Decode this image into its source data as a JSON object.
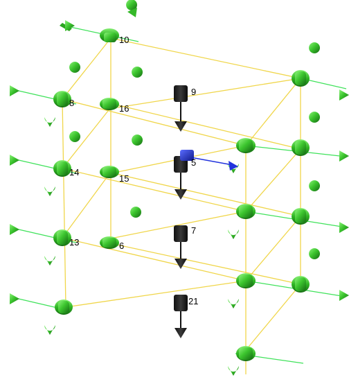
{
  "colors": {
    "background": "#ffffff",
    "edge": "#f0d64a",
    "support": "#39c42c",
    "support_dark": "#1a7b16",
    "support_light": "#7cf06a",
    "axis_line": "#3fe25a",
    "load": "#2a2a2a",
    "load_dark": "#0c0c0c",
    "moment": "#2233dd"
  },
  "nodes": [
    {
      "id": "n10",
      "label": "10",
      "kind": "support"
    },
    {
      "id": "n8",
      "label": "8",
      "kind": "support"
    },
    {
      "id": "n16",
      "label": "16",
      "kind": "support"
    },
    {
      "id": "n14",
      "label": "14",
      "kind": "support"
    },
    {
      "id": "n15",
      "label": "15",
      "kind": "support"
    },
    {
      "id": "n13",
      "label": "13",
      "kind": "support"
    },
    {
      "id": "n6",
      "label": "6",
      "kind": "support"
    },
    {
      "id": "n9",
      "label": "9",
      "kind": "load"
    },
    {
      "id": "n5",
      "label": "5",
      "kind": "load"
    },
    {
      "id": "n7",
      "label": "7",
      "kind": "load"
    },
    {
      "id": "n21",
      "label": "21",
      "kind": "load"
    }
  ],
  "icons": {
    "support": "fixed-support-icon",
    "load": "nodal-load-icon",
    "moment": "moment-icon"
  }
}
